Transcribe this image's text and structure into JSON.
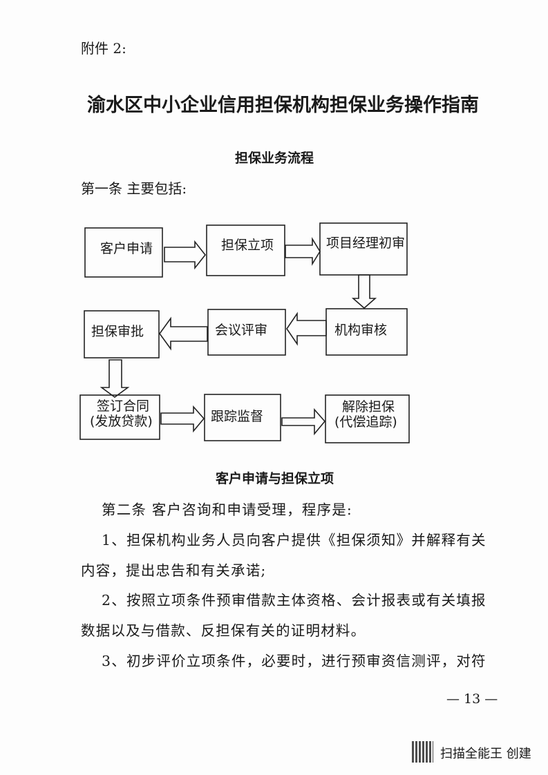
{
  "attachment": "附件 2:",
  "title": "渝水区中小企业信用担保机构担保业务操作指南",
  "section1": "担保业务流程",
  "article1": "第一条  主要包括:",
  "flow": [
    "客户申请",
    "担保立项",
    "项目经理初审",
    "机构审核",
    "会议评审",
    "担保审批",
    "签订合同",
    "(发放贷款)",
    "跟踪监督",
    "解除担保",
    "(代偿追踪)"
  ],
  "section2": "客户申请与担保立项",
  "paragraphs": [
    "第二条  客户咨询和申请受理，程序是:",
    "1、担保机构业务人员向客户提供《担保须知》并解释有关",
    "内容，提出忠告和有关承诺;",
    "2、按照立项条件预审借款主体资格、会计报表或有关填报",
    "数据以及与借款、反担保有关的证明材料。",
    "3、初步评价立项条件，必要时，进行预审资信测评，对符"
  ],
  "page_number": "— 13 —",
  "watermark": "扫描全能王  创建"
}
